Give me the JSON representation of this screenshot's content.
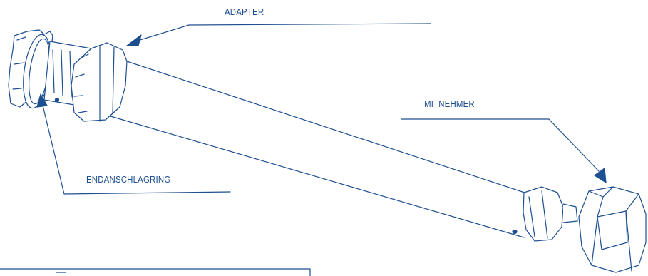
{
  "labels": {
    "adapter": "ADAPTER",
    "mitnehmer": "MITNEHMER",
    "endanschlagring": "ENDANSCHLAGRING"
  },
  "colors": {
    "line": "#1d4f91",
    "fill": "#ffffff"
  }
}
